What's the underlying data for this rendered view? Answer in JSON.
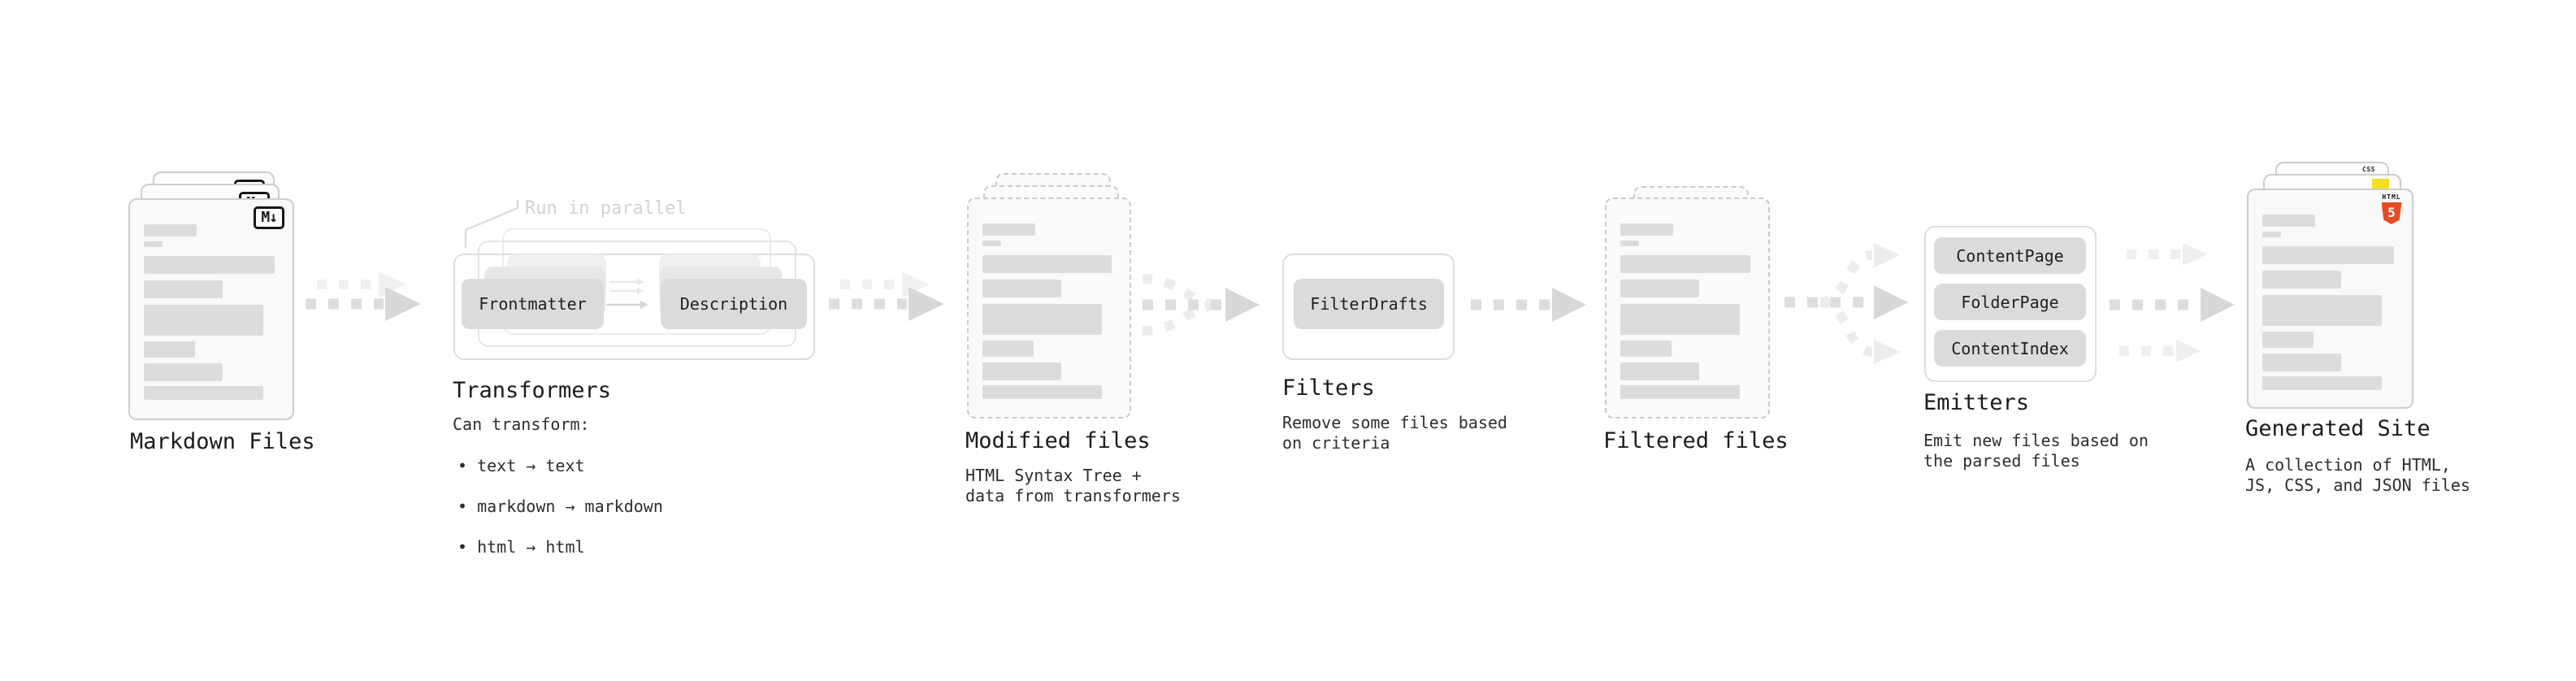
{
  "colors": {
    "html5-orange": "#e44d26",
    "js-yellow": "#f7df1e",
    "css-blue": "#2965f1"
  },
  "stages": {
    "markdown": {
      "label": "Markdown Files",
      "badge": "M↓"
    },
    "transformers": {
      "label": "Transformers",
      "annotation": "Run in parallel",
      "box1": "Frontmatter",
      "box2": "Description",
      "caption_title": "Can transform:",
      "bullets": [
        "• text → text",
        "• markdown → markdown",
        "• html → html"
      ]
    },
    "modified": {
      "label": "Modified files",
      "caption": "HTML Syntax Tree +\ndata from transformers"
    },
    "filters": {
      "label": "Filters",
      "box1": "FilterDrafts",
      "caption": "Remove some files based\non criteria"
    },
    "filtered": {
      "label": "Filtered files"
    },
    "emitters": {
      "label": "Emitters",
      "box1": "ContentPage",
      "box2": "FolderPage",
      "box3": "ContentIndex",
      "caption": "Emit new files based on\nthe parsed files"
    },
    "generated": {
      "label": "Generated Site",
      "caption": "A collection of HTML,\nJS, CSS, and JSON files",
      "html_badge_top": "HTML",
      "html_badge_num": "5",
      "css_badge": "CSS"
    }
  }
}
